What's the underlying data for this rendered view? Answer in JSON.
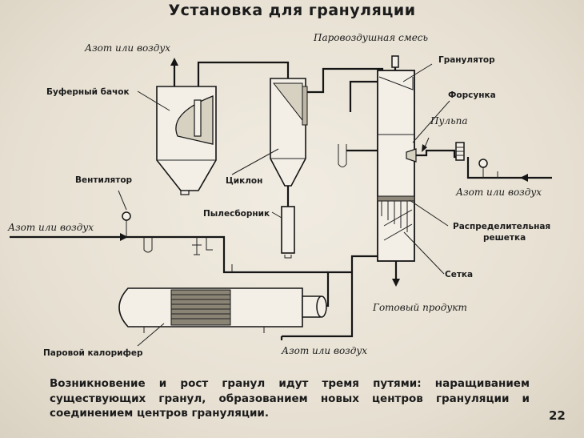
{
  "title": "Установка для грануляции",
  "labels": {
    "nitrogen_top_left": "Азот или воздух",
    "vapor_air_mix": "Паровоздушная смесь",
    "granulator": "Гранулятор",
    "buffer_tank": "Буферный бачок",
    "nozzle": "Форсунка",
    "pulp": "Пульпа",
    "cyclone": "Циклон",
    "fan": "Вентилятор",
    "nitrogen_right": "Азот или воздух",
    "dust_collector": "Пылесборник",
    "nitrogen_left": "Азот или воздух",
    "distribution_grid_line1": "Распределительная",
    "distribution_grid_line2": "решетка",
    "mesh": "Сетка",
    "finished_product": "Готовый продукт",
    "steam_heater": "Паровой калорифер",
    "nitrogen_bottom": "Азот или воздух"
  },
  "caption": "Возникновение и рост гранул идут тремя путями: наращиванием существующих гранул, образованием новых центров грануляции и соединением центров грануляции.",
  "page_number": "22"
}
